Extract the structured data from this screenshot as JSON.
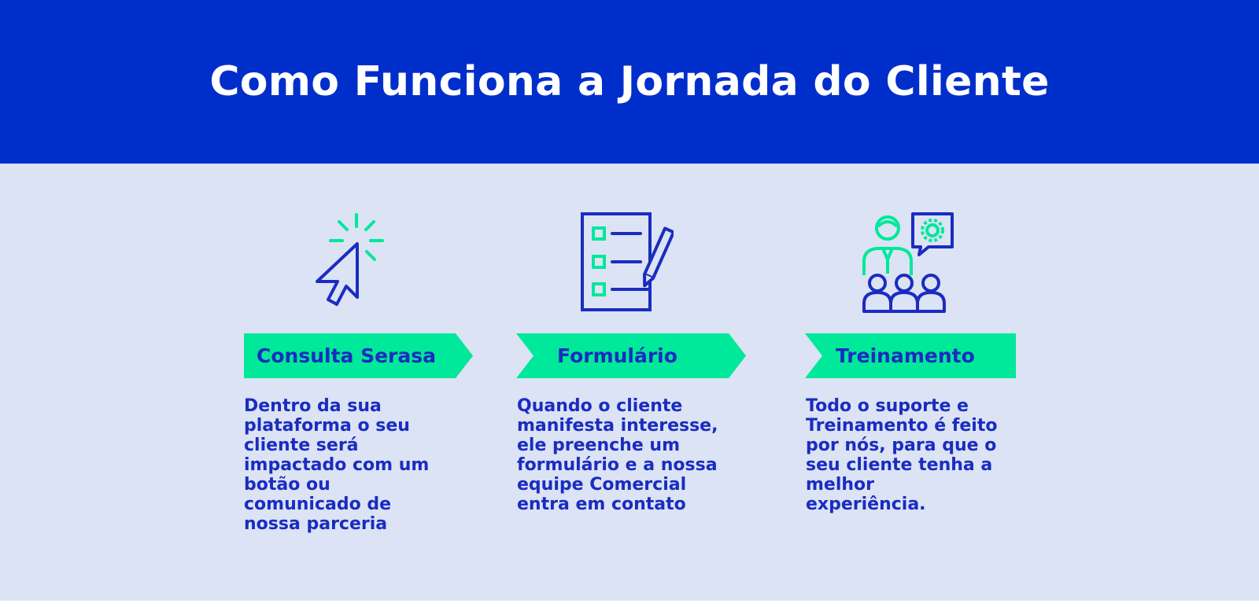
{
  "header": {
    "title": "Como Funciona a Jornada do Cliente"
  },
  "steps": [
    {
      "title": "Consulta Serasa",
      "description": "Dentro da sua plataforma o seu cliente será impactado com um botão ou comunicado de nossa parceria",
      "icon": "cursor-click-icon"
    },
    {
      "title": "Formulário",
      "description": "Quando o cliente manifesta interesse, ele preenche um formulário e a nossa equipe Comercial entra em contato",
      "icon": "checklist-form-icon"
    },
    {
      "title": "Treinamento",
      "description": "Todo o suporte e Treinamento é feito por nós, para que o seu cliente tenha a melhor experiência.",
      "icon": "trainer-audience-icon"
    }
  ],
  "colors": {
    "header_bg": "#002ecb",
    "body_bg": "#dbe3f4",
    "accent_green": "#00e89a",
    "text_blue": "#1a2cc0"
  }
}
